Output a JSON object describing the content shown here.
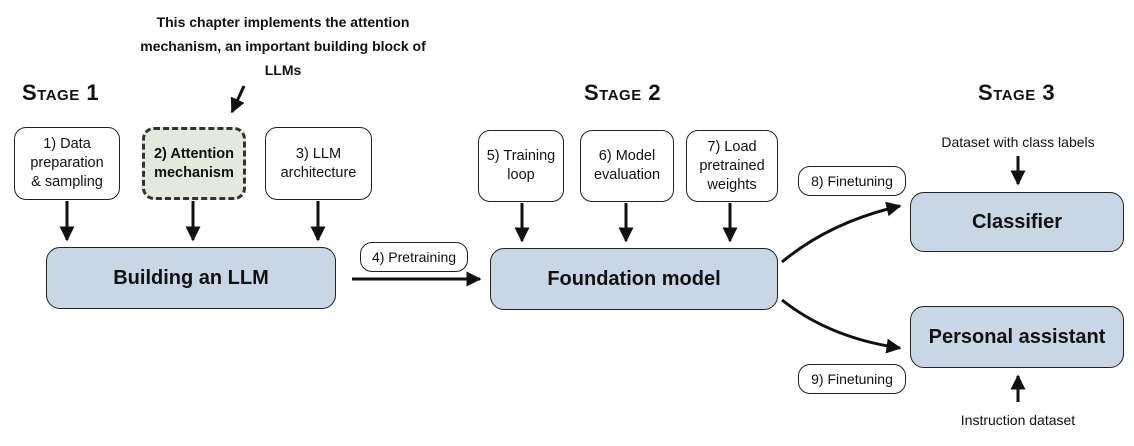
{
  "stages": {
    "s1": "Stage 1",
    "s2": "Stage 2",
    "s3": "Stage 3"
  },
  "note": "This chapter implements the attention mechanism, an important building block of LLMs",
  "steps": {
    "data_prep": "1) Data\npreparation\n& sampling",
    "attention": "2) Attention\nmechanism",
    "architecture": "3) LLM\narchitecture",
    "pretraining": "4) Pretraining",
    "training_loop": "5) Training\nloop",
    "evaluation": "6) Model\nevaluation",
    "load_weights": "7) Load\npretrained\nweights",
    "finetune_8": "8) Finetuning",
    "finetune_9": "9) Finetuning"
  },
  "boxes": {
    "building": "Building an LLM",
    "foundation": "Foundation model",
    "classifier": "Classifier",
    "assistant": "Personal assistant"
  },
  "inputs": {
    "class_labels": "Dataset with class labels",
    "instruction": "Instruction dataset"
  }
}
